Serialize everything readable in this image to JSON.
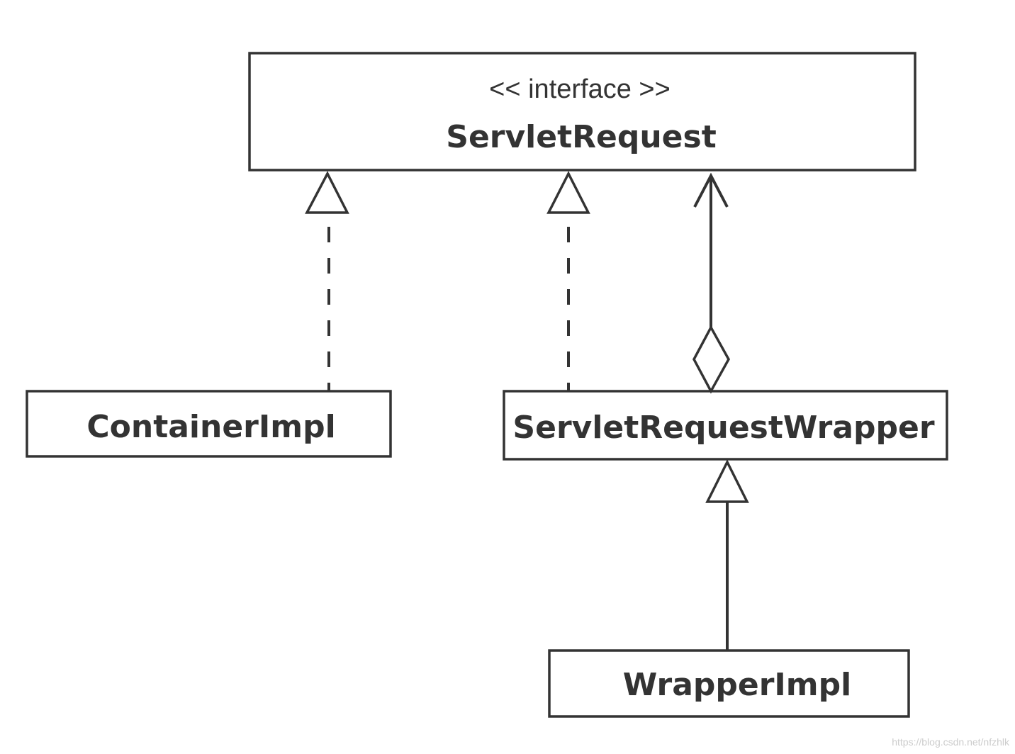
{
  "classes": {
    "servlet_request": {
      "stereotype": "<< interface >>",
      "name": "ServletRequest"
    },
    "container_impl": {
      "name": "ContainerImpl"
    },
    "servlet_request_wrapper": {
      "name": "ServletRequestWrapper"
    },
    "wrapper_impl": {
      "name": "WrapperImpl"
    }
  },
  "relations": [
    {
      "from": "ContainerImpl",
      "to": "ServletRequest",
      "type": "realization"
    },
    {
      "from": "ServletRequestWrapper",
      "to": "ServletRequest",
      "type": "realization"
    },
    {
      "from": "ServletRequestWrapper",
      "to": "ServletRequest",
      "type": "aggregation"
    },
    {
      "from": "WrapperImpl",
      "to": "ServletRequestWrapper",
      "type": "generalization"
    }
  ],
  "watermark": "https://blog.csdn.net/nfzhlk"
}
